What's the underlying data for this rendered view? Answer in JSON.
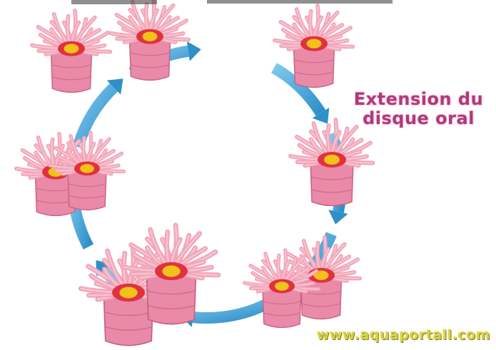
{
  "labels": {
    "extension_line1": "Extension du",
    "extension_line2": "disque oral",
    "watermark": "www.aquaportall.com"
  },
  "colors": {
    "arrow": "#3fa0d6",
    "body": "#e98aa8",
    "tentacle": "#f2a5b8",
    "mouth_ring": "#e0323e",
    "mouth": "#f2c21a",
    "label": "#b03a7a",
    "watermark": "#d7d24a"
  }
}
